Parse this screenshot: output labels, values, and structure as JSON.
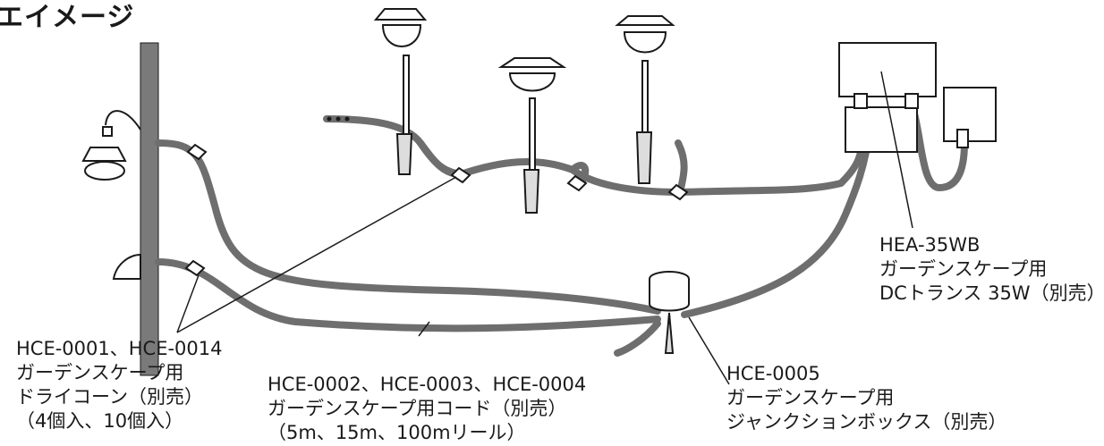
{
  "title": "エイメージ",
  "labels": {
    "transformer": [
      "HEA-35WB",
      "ガーデンスケープ用",
      "DCトランス 35W（別売）"
    ],
    "drycone": [
      "HCE-0001、HCE-0014",
      "ガーデンスケープ用",
      "ドライコーン（別売）",
      "（4個入、10個入）"
    ],
    "cord": [
      "HCE-0002、HCE-0003、HCE-0004",
      "ガーデンスケープ用コード（別売）",
      "（5m、15m、100mリール）"
    ],
    "junction": [
      "HCE-0005",
      "ガーデンスケープ用",
      "ジャンクションボックス（別売）"
    ]
  },
  "colors": {
    "cable": "#6e6e6e",
    "wall": "#7a7a7a",
    "ink": "#1a1a1a"
  }
}
